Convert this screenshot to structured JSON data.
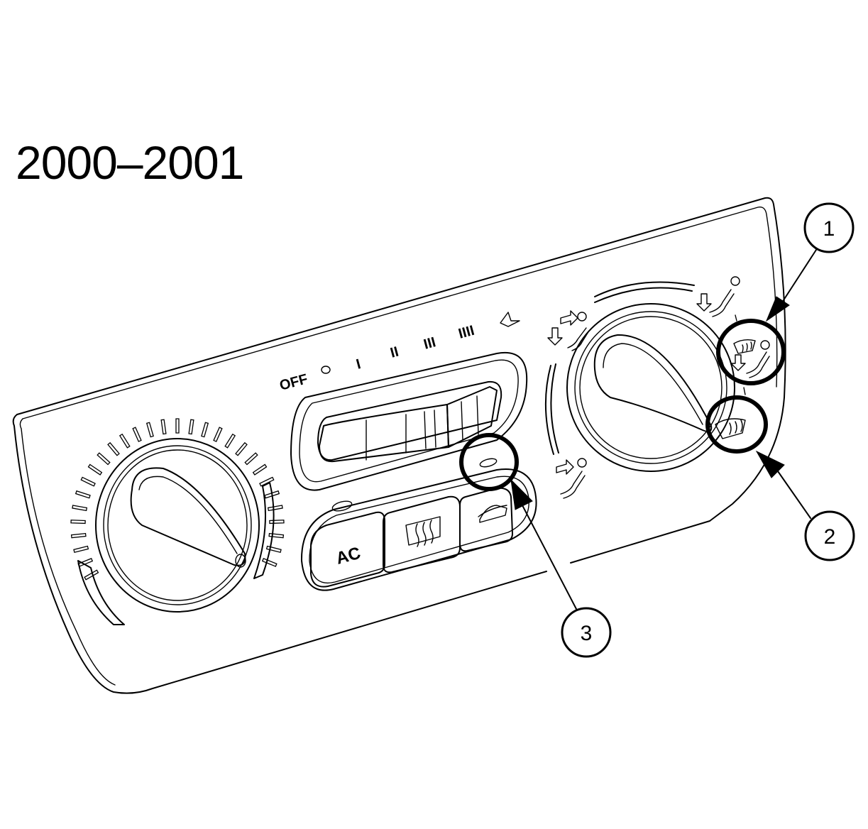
{
  "title": "2000–2001",
  "fan_scale": {
    "off_label": "OFF",
    "speeds": [
      "I",
      "II",
      "III",
      "IIII"
    ]
  },
  "buttons": {
    "ac_label": "AC",
    "rear_defrost_icon": "rear-defrost-icon",
    "recirculation_icon": "recirculation-icon"
  },
  "mode_icons": [
    "defrost-floor-icon",
    "defrost-icon",
    "panel-floor-icon",
    "floor-icon",
    "panel-icon"
  ],
  "callouts": [
    {
      "number": "1",
      "target": "defrost-floor-icon"
    },
    {
      "number": "2",
      "target": "defrost-icon"
    },
    {
      "number": "3",
      "target": "recirculation-indicator"
    }
  ],
  "colors": {
    "line": "#000000",
    "background": "#ffffff"
  }
}
